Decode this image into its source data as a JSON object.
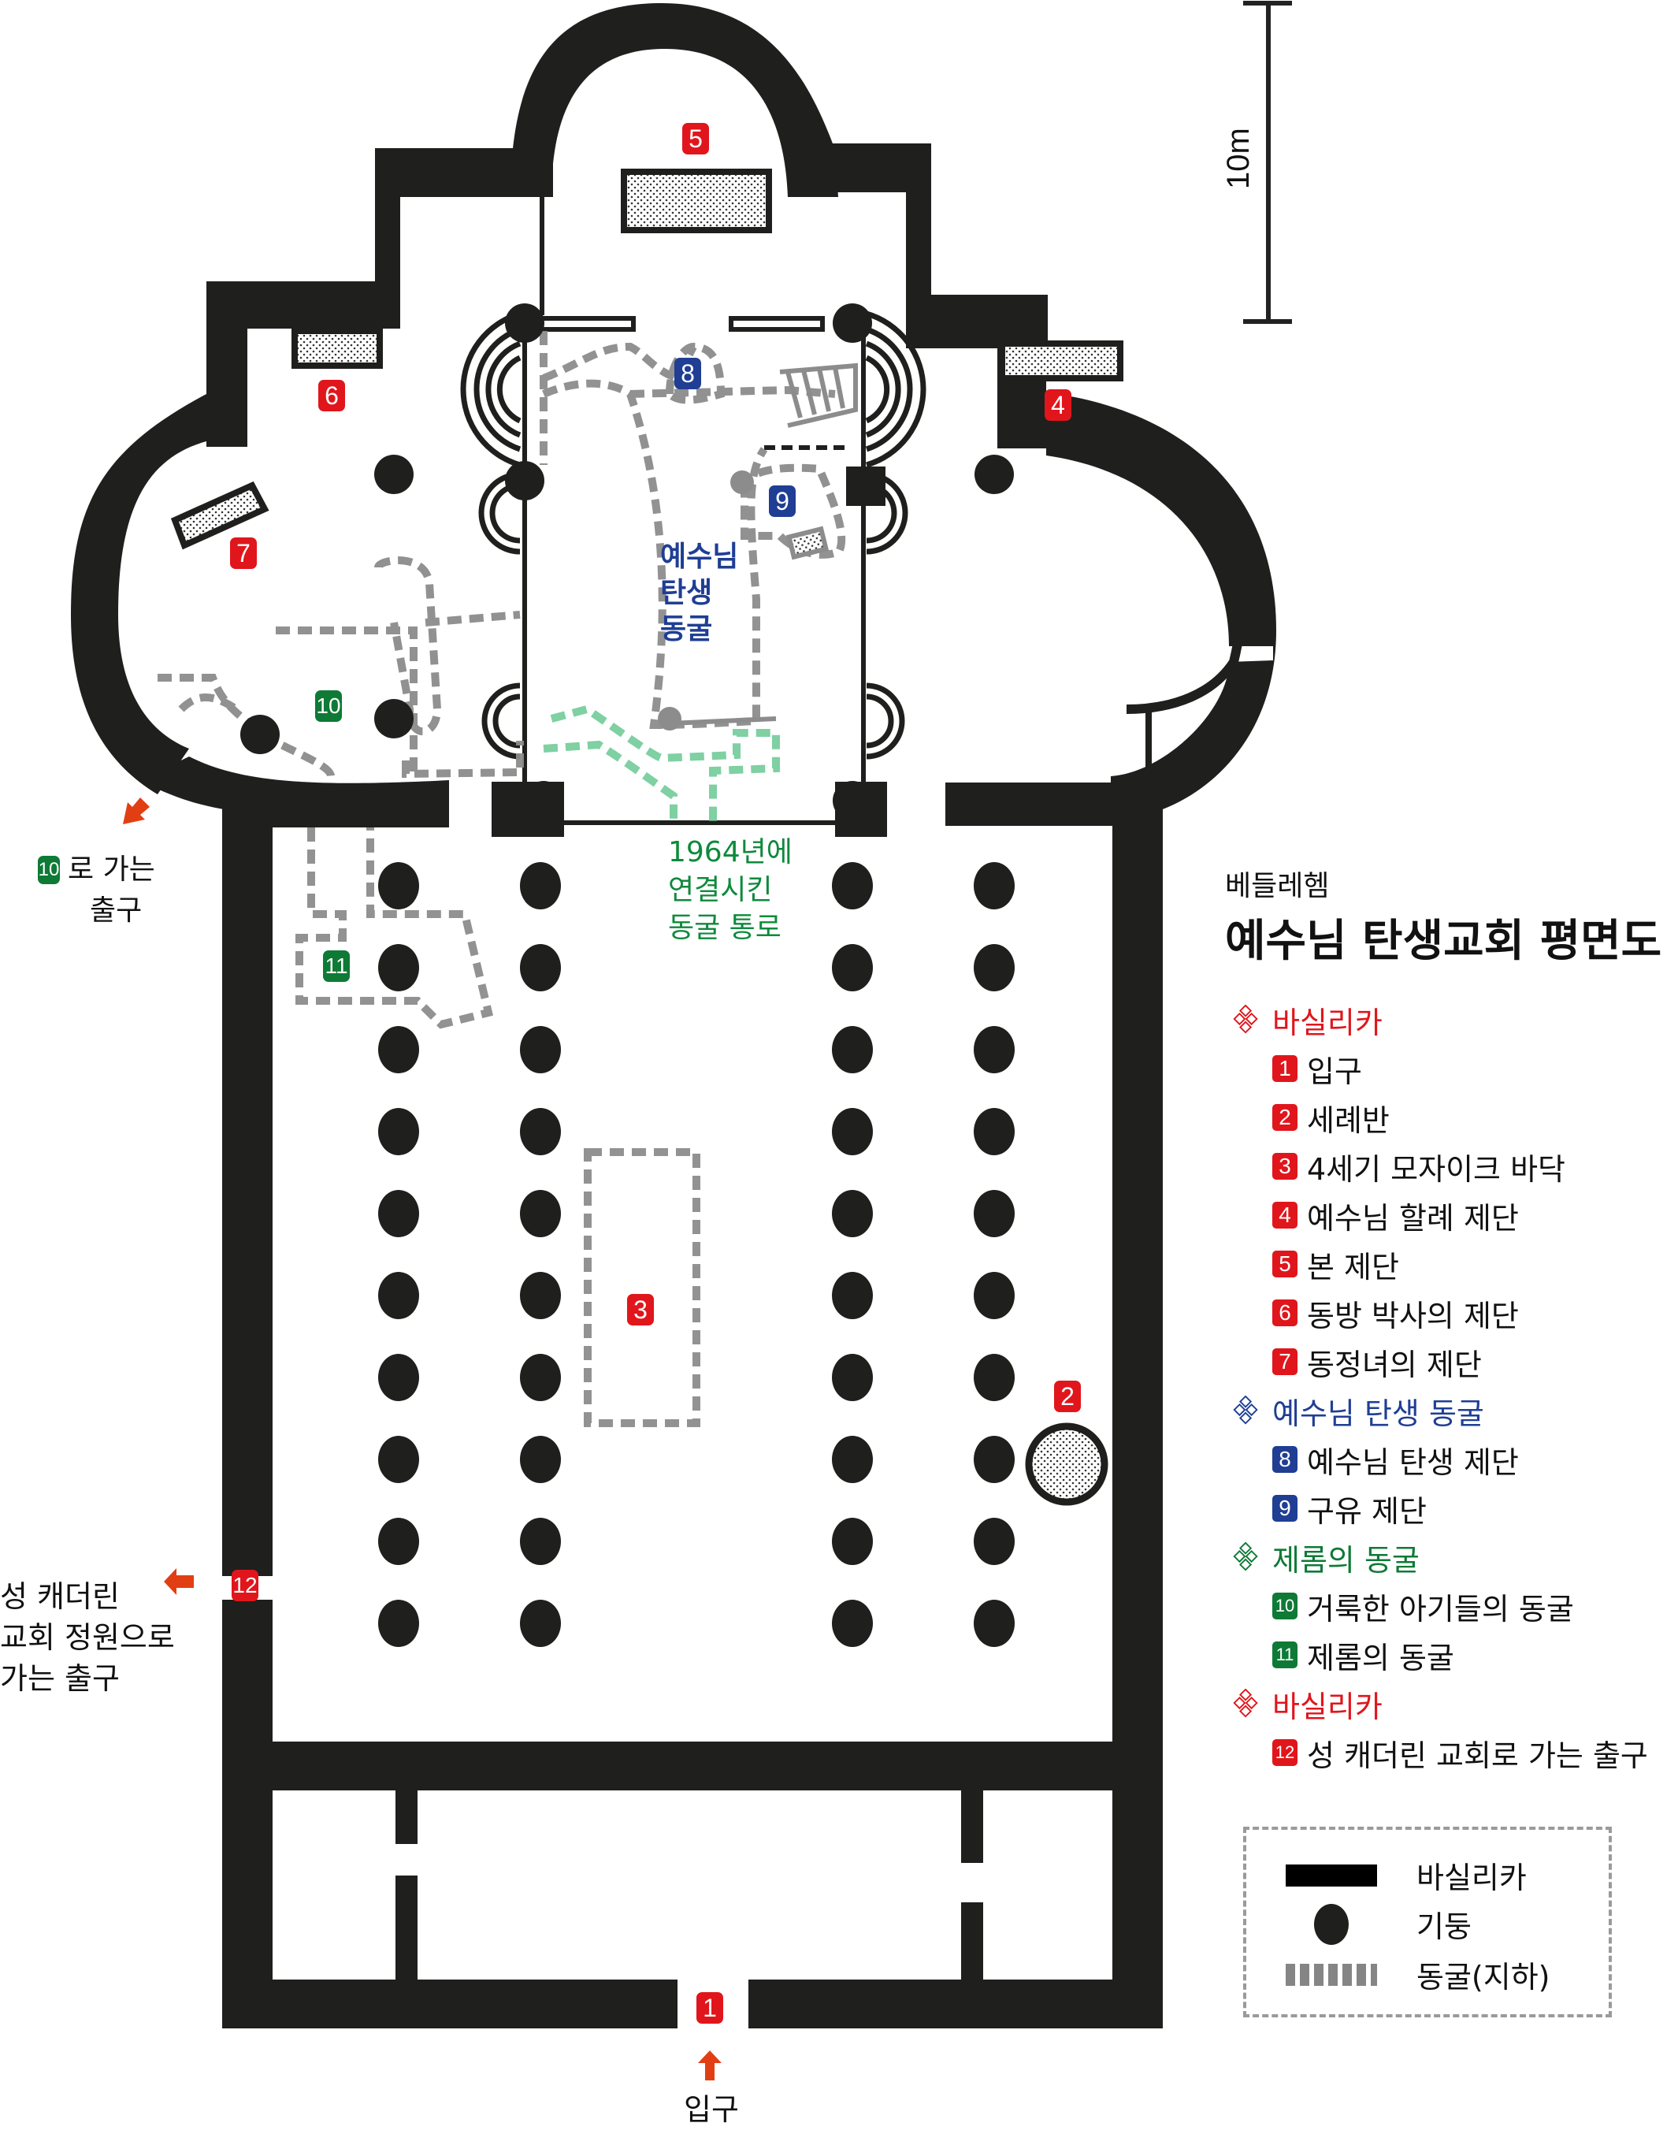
{
  "colors": {
    "wall": "#1f1f1d",
    "basilica_red": "#e0161c",
    "grotto_blue": "#1f3e94",
    "jerome_green": "#0e7a36",
    "cave_dash": "#8c8c8c",
    "passage_dash": "#7fd0a2",
    "arrow": "#e23e14"
  },
  "scale_bar": {
    "label": "10m"
  },
  "map": {
    "badges": [
      {
        "num": "1",
        "group": "basilica"
      },
      {
        "num": "2",
        "group": "basilica"
      },
      {
        "num": "3",
        "group": "basilica"
      },
      {
        "num": "4",
        "group": "basilica"
      },
      {
        "num": "5",
        "group": "basilica"
      },
      {
        "num": "6",
        "group": "basilica"
      },
      {
        "num": "7",
        "group": "basilica"
      },
      {
        "num": "8",
        "group": "grotto"
      },
      {
        "num": "9",
        "group": "grotto"
      },
      {
        "num": "10",
        "group": "jerome"
      },
      {
        "num": "11",
        "group": "jerome"
      },
      {
        "num": "12",
        "group": "basilica"
      }
    ],
    "grotto_label": [
      "예수님",
      "탄생",
      "동굴"
    ],
    "passage_label": [
      "1964년에",
      "연결시킨",
      "동굴 통로"
    ],
    "exit10": {
      "badge": "10",
      "line1": "로 가는",
      "line2": "출구"
    },
    "exit12": [
      "성 캐더린",
      "교회 정원으로",
      "가는 출구"
    ],
    "entrance_label": "입구"
  },
  "legend": {
    "subtitle": "베들레헴",
    "title": "예수님 탄생교회 평면도",
    "groups": [
      {
        "name": "바실리카",
        "color": "#e0161c",
        "items": [
          {
            "num": "1",
            "label": "입구"
          },
          {
            "num": "2",
            "label": "세례반"
          },
          {
            "num": "3",
            "label": "4세기 모자이크 바닥"
          },
          {
            "num": "4",
            "label": "예수님 할례 제단"
          },
          {
            "num": "5",
            "label": "본 제단"
          },
          {
            "num": "6",
            "label": "동방 박사의 제단"
          },
          {
            "num": "7",
            "label": "동정녀의 제단"
          }
        ]
      },
      {
        "name": "예수님 탄생 동굴",
        "color": "#1f3e94",
        "items": [
          {
            "num": "8",
            "label": "예수님 탄생 제단"
          },
          {
            "num": "9",
            "label": "구유 제단"
          }
        ]
      },
      {
        "name": "제롬의 동굴",
        "color": "#0e7a36",
        "items": [
          {
            "num": "10",
            "label": "거룩한 아기들의 동굴"
          },
          {
            "num": "11",
            "label": "제롬의 동굴"
          }
        ]
      },
      {
        "name": "바실리카",
        "color": "#e0161c",
        "items": [
          {
            "num": "12",
            "label": "성 캐더린 교회로 가는 출구"
          }
        ]
      }
    ],
    "key": [
      {
        "symbol": "wall-bar",
        "label": "바실리카"
      },
      {
        "symbol": "column-dot",
        "label": "기둥"
      },
      {
        "symbol": "dashed-bar",
        "label": "동굴(지하)"
      }
    ]
  }
}
